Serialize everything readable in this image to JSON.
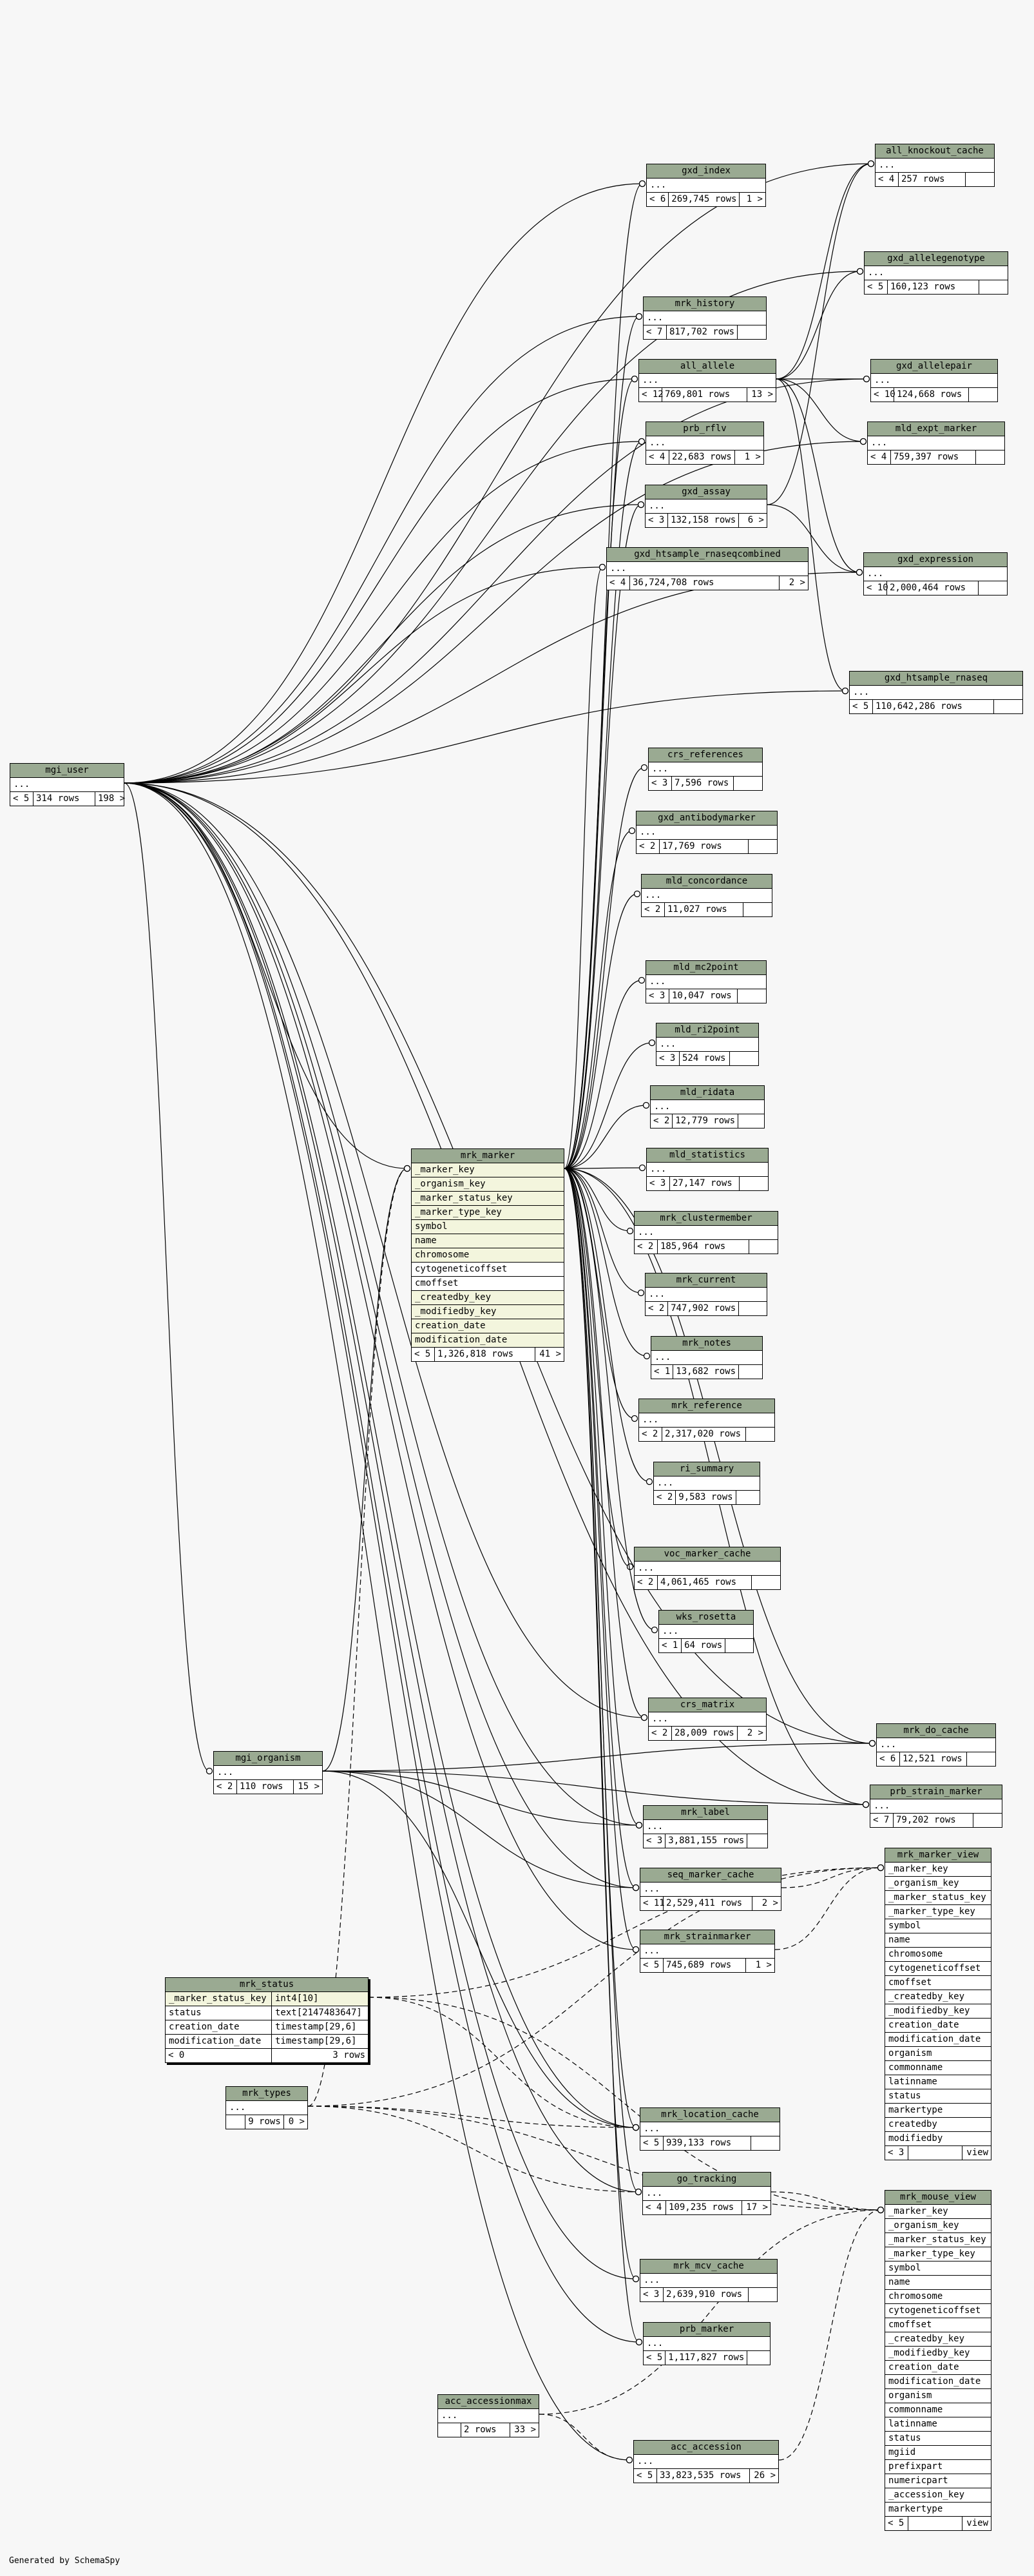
{
  "footer": "Generated by SchemaSpy",
  "tables": {
    "all_knockout_cache": {
      "name": "all_knockout_cache",
      "cols": [
        "..."
      ],
      "parents": "< 4",
      "rows": "257 rows",
      "children": ""
    },
    "gxd_index": {
      "name": "gxd_index",
      "cols": [
        "..."
      ],
      "parents": "< 6",
      "rows": "269,745 rows",
      "children": "1 >"
    },
    "gxd_allelegenotype": {
      "name": "gxd_allelegenotype",
      "cols": [
        "..."
      ],
      "parents": "< 5",
      "rows": "160,123 rows",
      "children": ""
    },
    "mrk_history": {
      "name": "mrk_history",
      "cols": [
        "..."
      ],
      "parents": "< 7",
      "rows": "817,702 rows",
      "children": ""
    },
    "all_allele": {
      "name": "all_allele",
      "cols": [
        "..."
      ],
      "parents": "< 12",
      "rows": "769,801 rows",
      "children": "13 >"
    },
    "gxd_allelepair": {
      "name": "gxd_allelepair",
      "cols": [
        "..."
      ],
      "parents": "< 10",
      "rows": "124,668 rows",
      "children": ""
    },
    "prb_rflv": {
      "name": "prb_rflv",
      "cols": [
        "..."
      ],
      "parents": "< 4",
      "rows": "22,683 rows",
      "children": "1 >"
    },
    "mld_expt_marker": {
      "name": "mld_expt_marker",
      "cols": [
        "..."
      ],
      "parents": "< 4",
      "rows": "759,397 rows",
      "children": ""
    },
    "gxd_assay": {
      "name": "gxd_assay",
      "cols": [
        "..."
      ],
      "parents": "< 3",
      "rows": "132,158 rows",
      "children": "6 >"
    },
    "gxd_htsample_rnaseqcombined": {
      "name": "gxd_htsample_rnaseqcombined",
      "cols": [
        "..."
      ],
      "parents": "< 4",
      "rows": "36,724,708 rows",
      "children": "2 >"
    },
    "gxd_expression": {
      "name": "gxd_expression",
      "cols": [
        "..."
      ],
      "parents": "< 10",
      "rows": "2,000,464 rows",
      "children": ""
    },
    "gxd_htsample_rnaseq": {
      "name": "gxd_htsample_rnaseq",
      "cols": [
        "..."
      ],
      "parents": "< 5",
      "rows": "110,642,286 rows",
      "children": ""
    },
    "mgi_user": {
      "name": "mgi_user",
      "cols": [
        "..."
      ],
      "parents": "< 5",
      "rows": "314 rows",
      "children": "198 >"
    },
    "crs_references": {
      "name": "crs_references",
      "cols": [
        "..."
      ],
      "parents": "< 3",
      "rows": "7,596 rows",
      "children": ""
    },
    "gxd_antibodymarker": {
      "name": "gxd_antibodymarker",
      "cols": [
        "..."
      ],
      "parents": "< 2",
      "rows": "17,769 rows",
      "children": ""
    },
    "mld_concordance": {
      "name": "mld_concordance",
      "cols": [
        "..."
      ],
      "parents": "< 2",
      "rows": "11,027 rows",
      "children": ""
    },
    "mld_mc2point": {
      "name": "mld_mc2point",
      "cols": [
        "..."
      ],
      "parents": "< 3",
      "rows": "10,047 rows",
      "children": ""
    },
    "mld_ri2point": {
      "name": "mld_ri2point",
      "cols": [
        "..."
      ],
      "parents": "< 3",
      "rows": "524 rows",
      "children": ""
    },
    "mld_ridata": {
      "name": "mld_ridata",
      "cols": [
        "..."
      ],
      "parents": "< 2",
      "rows": "12,779 rows",
      "children": ""
    },
    "mld_statistics": {
      "name": "mld_statistics",
      "cols": [
        "..."
      ],
      "parents": "< 3",
      "rows": "27,147 rows",
      "children": ""
    },
    "mrk_clustermember": {
      "name": "mrk_clustermember",
      "cols": [
        "..."
      ],
      "parents": "< 2",
      "rows": "185,964 rows",
      "children": ""
    },
    "mrk_current": {
      "name": "mrk_current",
      "cols": [
        "..."
      ],
      "parents": "< 2",
      "rows": "747,902 rows",
      "children": ""
    },
    "mrk_notes": {
      "name": "mrk_notes",
      "cols": [
        "..."
      ],
      "parents": "< 1",
      "rows": "13,682 rows",
      "children": ""
    },
    "mrk_reference": {
      "name": "mrk_reference",
      "cols": [
        "..."
      ],
      "parents": "< 2",
      "rows": "2,317,020 rows",
      "children": ""
    },
    "ri_summary": {
      "name": "ri_summary",
      "cols": [
        "..."
      ],
      "parents": "< 2",
      "rows": "9,583 rows",
      "children": ""
    },
    "voc_marker_cache": {
      "name": "voc_marker_cache",
      "cols": [
        "..."
      ],
      "parents": "< 2",
      "rows": "4,061,465 rows",
      "children": ""
    },
    "wks_rosetta": {
      "name": "wks_rosetta",
      "cols": [
        "..."
      ],
      "parents": "< 1",
      "rows": "64 rows",
      "children": ""
    },
    "crs_matrix": {
      "name": "crs_matrix",
      "cols": [
        "..."
      ],
      "parents": "< 2",
      "rows": "28,009 rows",
      "children": "2 >"
    },
    "mrk_do_cache": {
      "name": "mrk_do_cache",
      "cols": [
        "..."
      ],
      "parents": "< 6",
      "rows": "12,521 rows",
      "children": ""
    },
    "mgi_organism": {
      "name": "mgi_organism",
      "cols": [
        "..."
      ],
      "parents": "< 2",
      "rows": "110 rows",
      "children": "15 >"
    },
    "prb_strain_marker": {
      "name": "prb_strain_marker",
      "cols": [
        "..."
      ],
      "parents": "< 7",
      "rows": "79,202 rows",
      "children": ""
    },
    "mrk_label": {
      "name": "mrk_label",
      "cols": [
        "..."
      ],
      "parents": "< 3",
      "rows": "3,881,155 rows",
      "children": ""
    },
    "seq_marker_cache": {
      "name": "seq_marker_cache",
      "cols": [
        "..."
      ],
      "parents": "< 11",
      "rows": "2,529,411 rows",
      "children": "2 >"
    },
    "mrk_strainmarker": {
      "name": "mrk_strainmarker",
      "cols": [
        "..."
      ],
      "parents": "< 5",
      "rows": "745,689 rows",
      "children": "1 >"
    },
    "mrk_location_cache": {
      "name": "mrk_location_cache",
      "cols": [
        "..."
      ],
      "parents": "< 5",
      "rows": "939,133 rows",
      "children": ""
    },
    "go_tracking": {
      "name": "go_tracking",
      "cols": [
        "..."
      ],
      "parents": "< 4",
      "rows": "109,235 rows",
      "children": "17 >"
    },
    "mrk_mcv_cache": {
      "name": "mrk_mcv_cache",
      "cols": [
        "..."
      ],
      "parents": "< 3",
      "rows": "2,639,910 rows",
      "children": ""
    },
    "prb_marker": {
      "name": "prb_marker",
      "cols": [
        "..."
      ],
      "parents": "< 5",
      "rows": "1,117,827 rows",
      "children": ""
    },
    "acc_accessionmax": {
      "name": "acc_accessionmax",
      "cols": [
        "..."
      ],
      "parents": "",
      "rows": "2 rows",
      "children": "33 >"
    },
    "acc_accession": {
      "name": "acc_accession",
      "cols": [
        "..."
      ],
      "parents": "< 5",
      "rows": "33,823,535 rows",
      "children": "26 >"
    },
    "mrk_types": {
      "name": "mrk_types",
      "cols": [
        "..."
      ],
      "parents": "",
      "rows": "9 rows",
      "children": "0 >"
    },
    "mrk_marker": {
      "name": "mrk_marker",
      "cols": [
        "_marker_key",
        "_organism_key",
        "_marker_status_key",
        "_marker_type_key",
        "symbol",
        "name",
        "chromosome",
        "cytogeneticoffset",
        "cmoffset",
        "_createdby_key",
        "_modifiedby_key",
        "creation_date",
        "modification_date"
      ],
      "parents": "< 5",
      "rows": "1,326,818 rows",
      "children": "41 >"
    },
    "mrk_marker_view": {
      "name": "mrk_marker_view",
      "cols": [
        "_marker_key",
        "_organism_key",
        "_marker_status_key",
        "_marker_type_key",
        "symbol",
        "name",
        "chromosome",
        "cytogeneticoffset",
        "cmoffset",
        "_createdby_key",
        "_modifiedby_key",
        "creation_date",
        "modification_date",
        "organism",
        "commonname",
        "latinname",
        "status",
        "markertype",
        "createdby",
        "modifiedby"
      ],
      "parents": "< 3",
      "rows": "",
      "children": "view"
    },
    "mrk_mouse_view": {
      "name": "mrk_mouse_view",
      "cols": [
        "_marker_key",
        "_organism_key",
        "_marker_status_key",
        "_marker_type_key",
        "symbol",
        "name",
        "chromosome",
        "cytogeneticoffset",
        "cmoffset",
        "_createdby_key",
        "_modifiedby_key",
        "creation_date",
        "modification_date",
        "organism",
        "commonname",
        "latinname",
        "status",
        "mgiid",
        "prefixpart",
        "numericpart",
        "_accession_key",
        "markertype"
      ],
      "parents": "< 5",
      "rows": "",
      "children": "view"
    }
  },
  "mrk_status": {
    "name": "mrk_status",
    "cols": [
      [
        "_marker_status_key",
        "int4[10]"
      ],
      [
        "status",
        "text[2147483647]"
      ],
      [
        "creation_date",
        "timestamp[29,6]"
      ],
      [
        "modification_date",
        "timestamp[29,6]"
      ]
    ],
    "parents": "< 0",
    "rows": "3 rows"
  }
}
